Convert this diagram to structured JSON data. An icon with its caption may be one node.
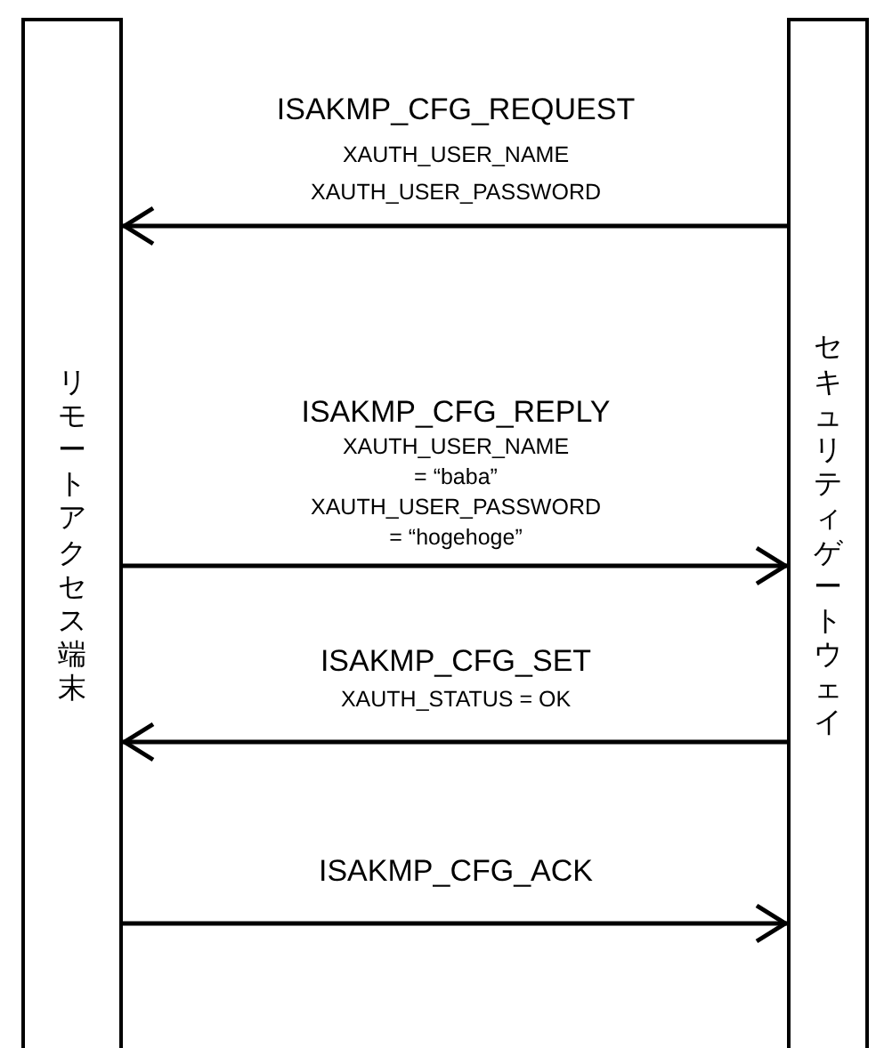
{
  "diagram": {
    "nodes": [
      {
        "text": [
          "リモートアクセス端末"
        ]
      },
      {
        "text": [
          "セキュリティゲートウェイ"
        ]
      }
    ],
    "edges": [
      {
        "from": 1,
        "to": 0,
        "arrow": "to",
        "label": "ISAKMP_CFG_REQUEST"
      },
      {
        "from": 0,
        "to": 1,
        "arrow": "to",
        "label": "ISAKMP_CFG_REPLY"
      },
      {
        "from": 1,
        "to": 0,
        "arrow": "to",
        "label": "ISAKMP_CFG_SET"
      },
      {
        "from": 0,
        "to": 1,
        "arrow": "to",
        "label": "ISAKMP_CFG_ACK"
      }
    ],
    "labels": [
      "XAUTH_USER_NAME",
      "XAUTH_USER_PASSWORD",
      "XAUTH_USER_NAME",
      "= “baba”",
      "XAUTH_USER_PASSWORD",
      "= “hogehoge”",
      "XAUTH_STATUS = OK"
    ]
  }
}
